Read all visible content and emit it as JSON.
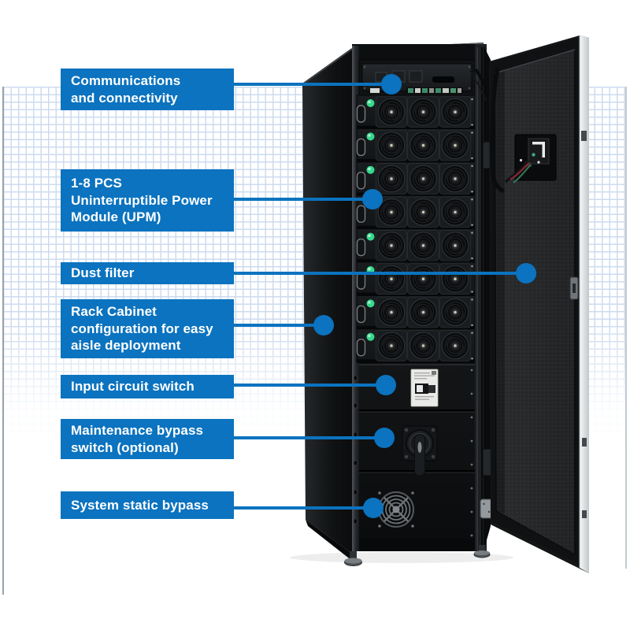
{
  "colors": {
    "accent_blue": "#0b73bf",
    "led_green": "#35d98c",
    "grid_line": "#cddbef",
    "door_edge_white": "#eef0f1"
  },
  "callouts": [
    {
      "id": "communications",
      "label": "Communications\nand connectivity"
    },
    {
      "id": "upm",
      "label": "1-8 PCS\nUninterruptible Power\nModule (UPM)"
    },
    {
      "id": "dust-filter",
      "label": "Dust filter"
    },
    {
      "id": "rack-cabinet",
      "label": "Rack Cabinet\nconfiguration for easy\naisle deployment"
    },
    {
      "id": "input-switch",
      "label": "Input circuit switch"
    },
    {
      "id": "maintenance-bypass",
      "label": "Maintenance bypass\nswitch (optional)"
    },
    {
      "id": "static-bypass",
      "label": "System static bypass"
    }
  ],
  "unit": {
    "description": "UPS rack cabinet with open front door",
    "fan_rows": 8,
    "fans_per_row": 3,
    "status_led_count": 8
  }
}
